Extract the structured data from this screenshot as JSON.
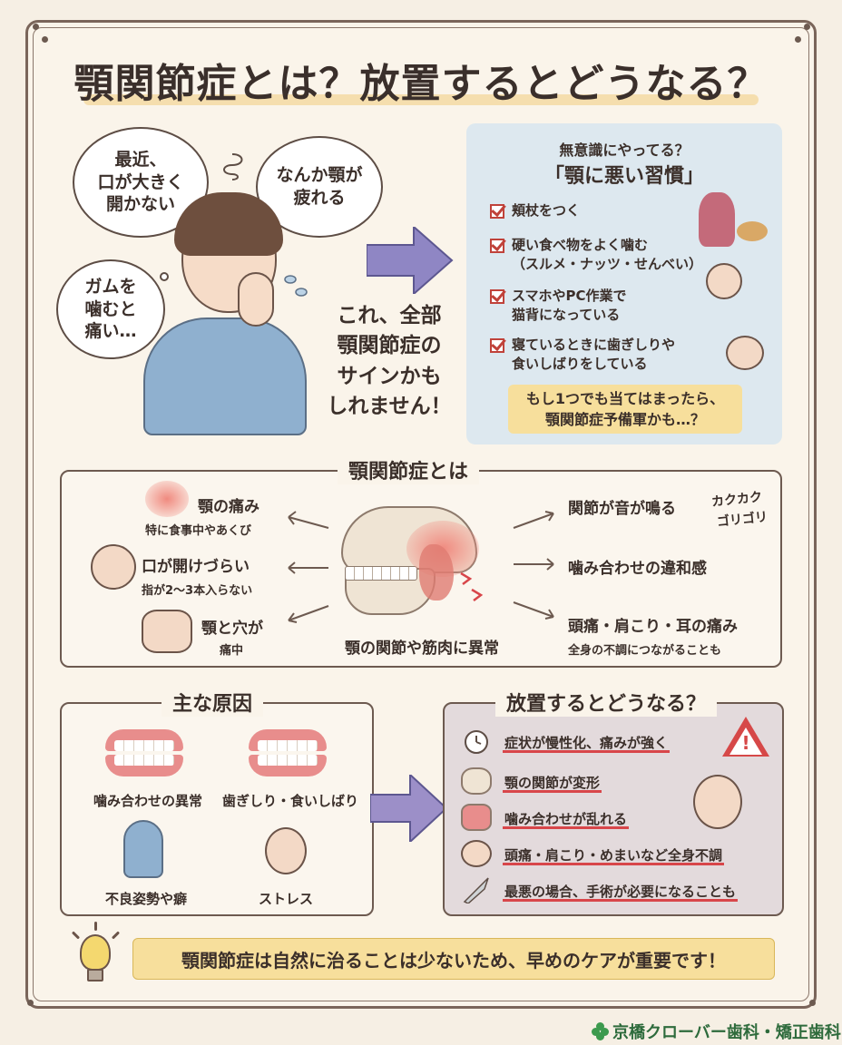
{
  "title": "顎関節症とは？放置するとどうなる？",
  "bubbles": {
    "top_left": "最近、\n口が大きく\n開かない",
    "top_right": "なんか顎が\n疲れる",
    "left": "ガムを\n噛むと\n痛い…"
  },
  "sign_text": "これ、全部\n顎関節症の\nサインかも\nしれません！",
  "habits": {
    "subtitle": "無意識にやってる？",
    "title": "「顎に悪い習慣」",
    "items": [
      "頬杖をつく",
      "硬い食べ物をよく噛む\n（スルメ・ナッツ・せんべい）",
      "スマホやPC作業で\n猫背になっている",
      "寝ているときに歯ぎしりや\n食いしばりをしている"
    ],
    "note": "もし1つでも当てはまったら、\n顎関節症予備軍かも…？"
  },
  "tmj": {
    "label": "顎関節症とは",
    "left_symptoms": [
      {
        "title": "顎の痛み",
        "sub": "特に食事中やあくび"
      },
      {
        "title": "口が開けづらい",
        "sub": "指が2〜3本入らない"
      },
      {
        "title": "顎と穴が",
        "sub": "痛中"
      }
    ],
    "right_symptoms": [
      {
        "title": "関節が音が鳴る",
        "sub": ""
      },
      {
        "title": "噛み合わせの違和感",
        "sub": ""
      },
      {
        "title": "頭痛・肩こり・耳の痛み",
        "sub": "全身の不調につながることも"
      }
    ],
    "sfx1": "カクカク",
    "sfx2": "ゴリゴリ",
    "caption": "顎の関節や筋肉に異常"
  },
  "causes": {
    "label": "主な原因",
    "items": [
      "噛み合わせの異常",
      "歯ぎしり・食いしばり",
      "不良姿勢や癖",
      "ストレス"
    ]
  },
  "neglect": {
    "label": "放置するとどうなる？",
    "items": [
      "症状が慢性化、痛みが強く",
      "顎の関節が変形",
      "噛み合わせが乱れる",
      "頭痛・肩こり・めまいなど全身不調",
      "最悪の場合、手術が必要になることも"
    ],
    "warn_mark": "!"
  },
  "conclusion": "顎関節症は自然に治ることは少ないため、早めのケアが重要です！",
  "clinic": "京橋クローバー歯科・矯正歯科",
  "colors": {
    "accent_red": "#d8464a",
    "highlight_yellow": "#f7df9c",
    "habits_bg": "#dde8ef",
    "neglect_bg": "#e3dadc",
    "arrow_purple": "#8f86c4",
    "clinic_green": "#2e6b3c"
  },
  "icons": [
    "check-icon",
    "warning-icon",
    "clock-icon",
    "lightbulb-icon",
    "clover-icon",
    "scalpel-icon"
  ]
}
